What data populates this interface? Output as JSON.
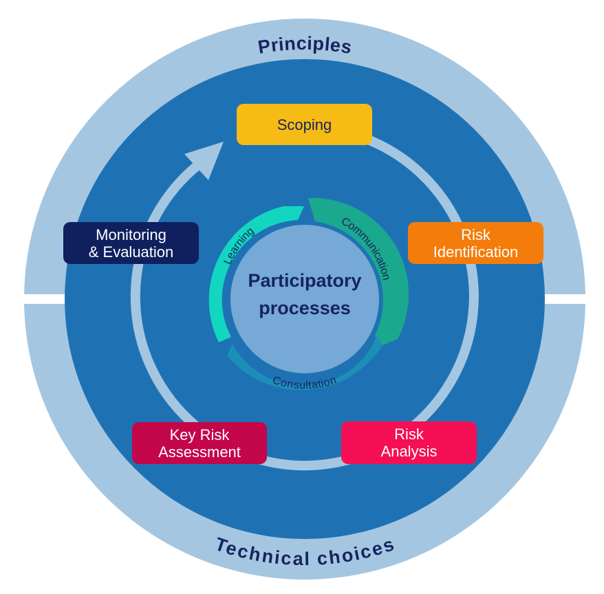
{
  "ring": {
    "top_label": "Principles",
    "bottom_label": "Technical choices"
  },
  "steps": {
    "scoping": {
      "label": "Scoping",
      "color": "#f7bb16"
    },
    "risk_identification": {
      "line1": "Risk",
      "line2": "Identification",
      "color": "#f47c0b"
    },
    "risk_analysis": {
      "line1": "Risk",
      "line2": "Analysis",
      "color": "#f50f55"
    },
    "key_risk_assessment": {
      "line1": "Key Risk",
      "line2": "Assessment",
      "color": "#c4064a"
    },
    "monitoring_evaluation": {
      "line1": "Monitoring",
      "line2": "& Evaluation",
      "color": "#10205e"
    }
  },
  "inner_cycle": {
    "learning": "Learning",
    "communication": "Communication",
    "consultation": "Consultation"
  },
  "center": {
    "line1": "Participatory",
    "line2": "processes"
  },
  "colors": {
    "outer_ring": "#a5c6e1",
    "main_disc": "#1e72b4",
    "cycle_track": "#a5c6e1",
    "hub": "#76a9d5",
    "hub_text": "#17245e",
    "learning_arrow": "#13d6c1",
    "communication_arrow": "#1aa98e",
    "consultation_arrow": "#1b8fb8"
  }
}
